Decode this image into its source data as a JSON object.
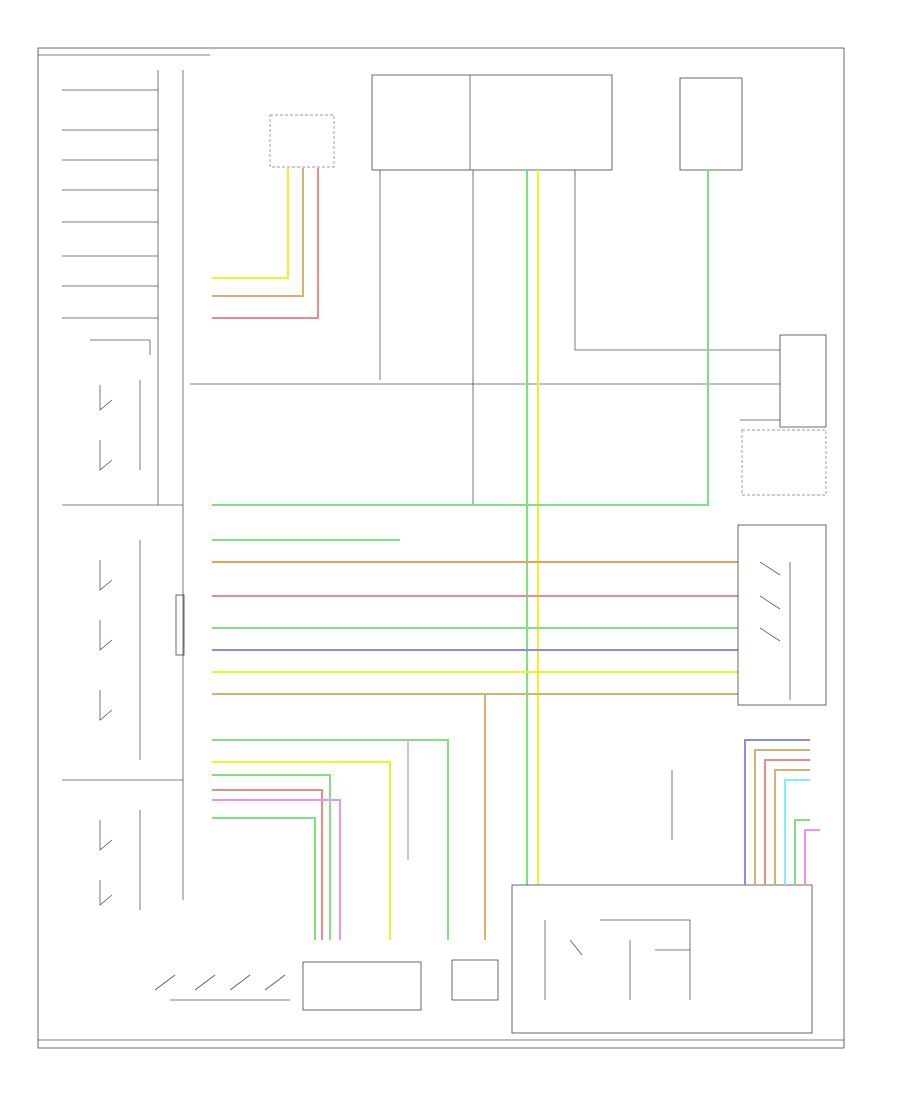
{
  "diagram": {
    "footer_left": "",
    "footer_center": "",
    "footer_right": "",
    "header_label": ""
  },
  "colors": {
    "yellow": "#f2f22a",
    "green": "#7fe07f",
    "red": "#f08a8a",
    "orange": "#f0a050",
    "blue": "#8a8af0",
    "tan": "#d8b070",
    "pink": "#f090f0",
    "cyan": "#80f0f0",
    "grey": "#c8c8c8"
  },
  "wires": {
    "horizontal": [
      {
        "color": "green"
      },
      {
        "color": "orange"
      },
      {
        "color": "red"
      },
      {
        "color": "green"
      },
      {
        "color": "blue"
      },
      {
        "color": "yellow"
      },
      {
        "color": "tan"
      }
    ],
    "top_connector_wires": [
      "yellow",
      "tan",
      "red"
    ],
    "right_connector_wires": [
      "blue",
      "tan",
      "red",
      "tan",
      "cyan",
      "green",
      "pink"
    ]
  }
}
